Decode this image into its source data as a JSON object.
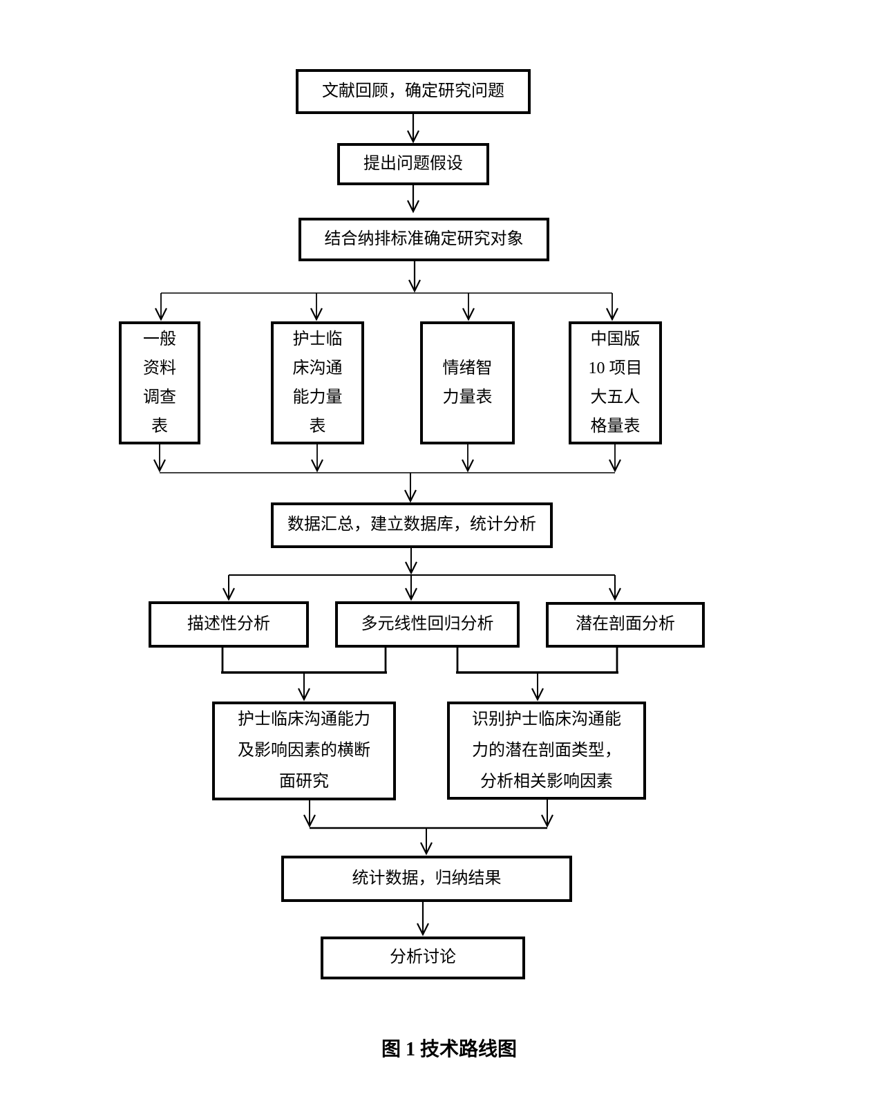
{
  "figure": {
    "caption": "图 1 技术路线图"
  },
  "colors": {
    "line": "#000000",
    "box_border": "#000000",
    "background": "#ffffff",
    "text": "#000000"
  },
  "flowchart": {
    "nodes": {
      "literature_review": {
        "lines": [
          "文献回顾，确定研究问题"
        ]
      },
      "hypothesis": {
        "lines": [
          "提出问题假设"
        ]
      },
      "subjects": {
        "lines": [
          "结合纳排标准确定研究对象"
        ]
      },
      "general_info": {
        "lines": [
          "一般",
          "资料",
          "调查",
          "表"
        ]
      },
      "communication_scale": {
        "lines": [
          "护士临",
          "床沟通",
          "能力量",
          "表"
        ]
      },
      "emotional_scale": {
        "lines": [
          "情绪智",
          "力量表"
        ]
      },
      "big_five_scale": {
        "lines": [
          "中国版",
          "10 项目",
          "大五人",
          "格量表"
        ]
      },
      "data_summary": {
        "lines": [
          "数据汇总，建立数据库，统计分析"
        ]
      },
      "descriptive_analysis": {
        "lines": [
          "描述性分析"
        ]
      },
      "regression_analysis": {
        "lines": [
          "多元线性回归分析"
        ]
      },
      "latent_profile_analysis": {
        "lines": [
          "潜在剖面分析"
        ]
      },
      "cross_sectional_study": {
        "lines": [
          "护士临床沟通能力",
          "及影响因素的横断",
          "面研究"
        ]
      },
      "profile_types": {
        "lines": [
          "识别护士临床沟通能",
          "力的潜在剖面类型，",
          "分析相关影响因素"
        ]
      },
      "statistics_results": {
        "lines": [
          "统计数据，归纳结果"
        ]
      },
      "discussion": {
        "lines": [
          "分析讨论"
        ]
      }
    },
    "edges": [
      {
        "from": "literature_review",
        "to": "hypothesis"
      },
      {
        "from": "hypothesis",
        "to": "subjects"
      },
      {
        "from": "subjects",
        "to": "general_info"
      },
      {
        "from": "subjects",
        "to": "communication_scale"
      },
      {
        "from": "subjects",
        "to": "emotional_scale"
      },
      {
        "from": "subjects",
        "to": "big_five_scale"
      },
      {
        "from": "general_info",
        "to": "data_summary"
      },
      {
        "from": "communication_scale",
        "to": "data_summary"
      },
      {
        "from": "emotional_scale",
        "to": "data_summary"
      },
      {
        "from": "big_five_scale",
        "to": "data_summary"
      },
      {
        "from": "data_summary",
        "to": "descriptive_analysis"
      },
      {
        "from": "data_summary",
        "to": "regression_analysis"
      },
      {
        "from": "data_summary",
        "to": "latent_profile_analysis"
      },
      {
        "from": "descriptive_analysis",
        "to": "cross_sectional_study"
      },
      {
        "from": "regression_analysis",
        "to": "cross_sectional_study"
      },
      {
        "from": "regression_analysis",
        "to": "profile_types"
      },
      {
        "from": "latent_profile_analysis",
        "to": "profile_types"
      },
      {
        "from": "cross_sectional_study",
        "to": "statistics_results"
      },
      {
        "from": "profile_types",
        "to": "statistics_results"
      },
      {
        "from": "statistics_results",
        "to": "discussion"
      }
    ]
  }
}
